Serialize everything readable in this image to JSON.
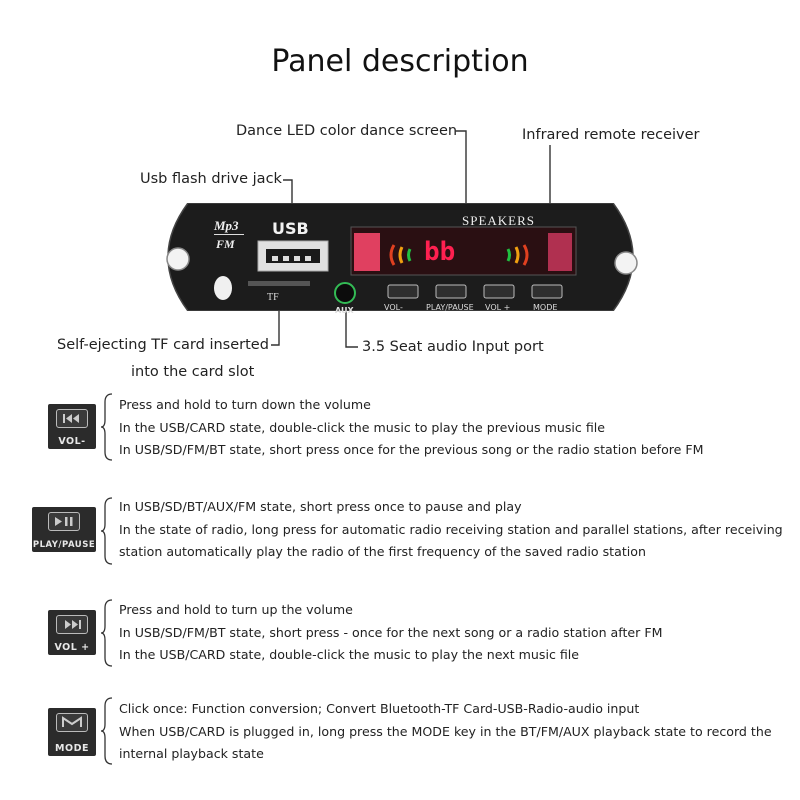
{
  "page": {
    "title": "Panel description"
  },
  "callouts": {
    "led": "Dance LED color dance screen",
    "ir": "Infrared remote receiver",
    "usb": "Usb flash drive jack",
    "tf_line1": "Self-ejecting TF card inserted",
    "tf_line2": "into the card slot",
    "aux": "3.5 Seat audio Input port"
  },
  "board": {
    "logo_top": "Mp3",
    "logo_bottom": "FM",
    "usb_label": "USB",
    "speakers_label": "SPEAKERS",
    "tf_label": "TF",
    "aux_label": "AUX",
    "display_text": "bb",
    "buttons": [
      "VOL-",
      "PLAY/PAUSE",
      "VOL +",
      "MODE"
    ]
  },
  "sections": [
    {
      "icon": "prev-icon",
      "label": "VOL-",
      "lines": [
        "Press and hold to turn down the volume",
        "In the USB/CARD state, double-click the music to play the previous music file",
        "In USB/SD/FM/BT state, short press once for the previous song or the radio station before FM"
      ]
    },
    {
      "icon": "play-pause-icon",
      "label": "PLAY/PAUSE",
      "lines": [
        "In USB/SD/BT/AUX/FM state, short press once to pause and play",
        "In the state of radio, long press for automatic radio receiving station and parallel stations, after receiving",
        "station automatically play the radio of the first frequency of the saved radio station"
      ]
    },
    {
      "icon": "next-icon",
      "label": "VOL +",
      "lines": [
        "Press and hold to turn up the volume",
        "In USB/SD/FM/BT state, short press - once for the next song or a radio station after FM",
        "In the USB/CARD state, double-click the music to play the next music file"
      ]
    },
    {
      "icon": "mode-icon",
      "label": "MODE",
      "lines": [
        "Click once: Function conversion; Convert Bluetooth-TF Card-USB-Radio-audio input",
        "When USB/CARD is plugged in, long press the MODE key in the BT/FM/AUX playback state to record the",
        "internal playback state"
      ]
    }
  ]
}
